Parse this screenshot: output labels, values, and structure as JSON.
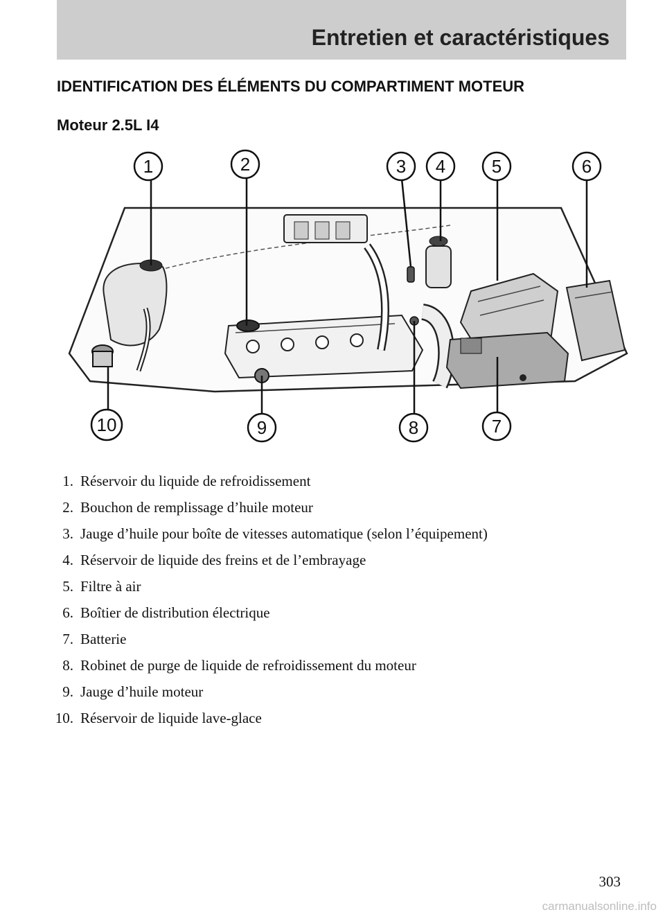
{
  "header": {
    "title": "Entretien et caractéristiques"
  },
  "section_title": "IDENTIFICATION DES ÉLÉMENTS DU COMPARTIMENT MOTEUR",
  "engine_title": "Moteur 2.5L I4",
  "diagram": {
    "callouts": [
      "1",
      "2",
      "3",
      "4",
      "5",
      "6",
      "7",
      "8",
      "9",
      "10"
    ]
  },
  "legend": [
    {
      "num": "1.",
      "text": "Réservoir du liquide de refroidissement"
    },
    {
      "num": "2.",
      "text": "Bouchon de remplissage d’huile moteur"
    },
    {
      "num": "3.",
      "text": "Jauge d’huile pour boîte de vitesses automatique (selon l’équipement)"
    },
    {
      "num": "4.",
      "text": "Réservoir de liquide des freins et de l’embrayage"
    },
    {
      "num": "5.",
      "text": "Filtre à air"
    },
    {
      "num": "6.",
      "text": "Boîtier de distribution électrique"
    },
    {
      "num": "7.",
      "text": "Batterie"
    },
    {
      "num": "8.",
      "text": "Robinet de purge de liquide de refroidissement du moteur"
    },
    {
      "num": "9.",
      "text": "Jauge d’huile moteur"
    },
    {
      "num": "10.",
      "text": "Réservoir de liquide lave-glace"
    }
  ],
  "page_number": "303",
  "watermark": "carmanualsonline.info"
}
